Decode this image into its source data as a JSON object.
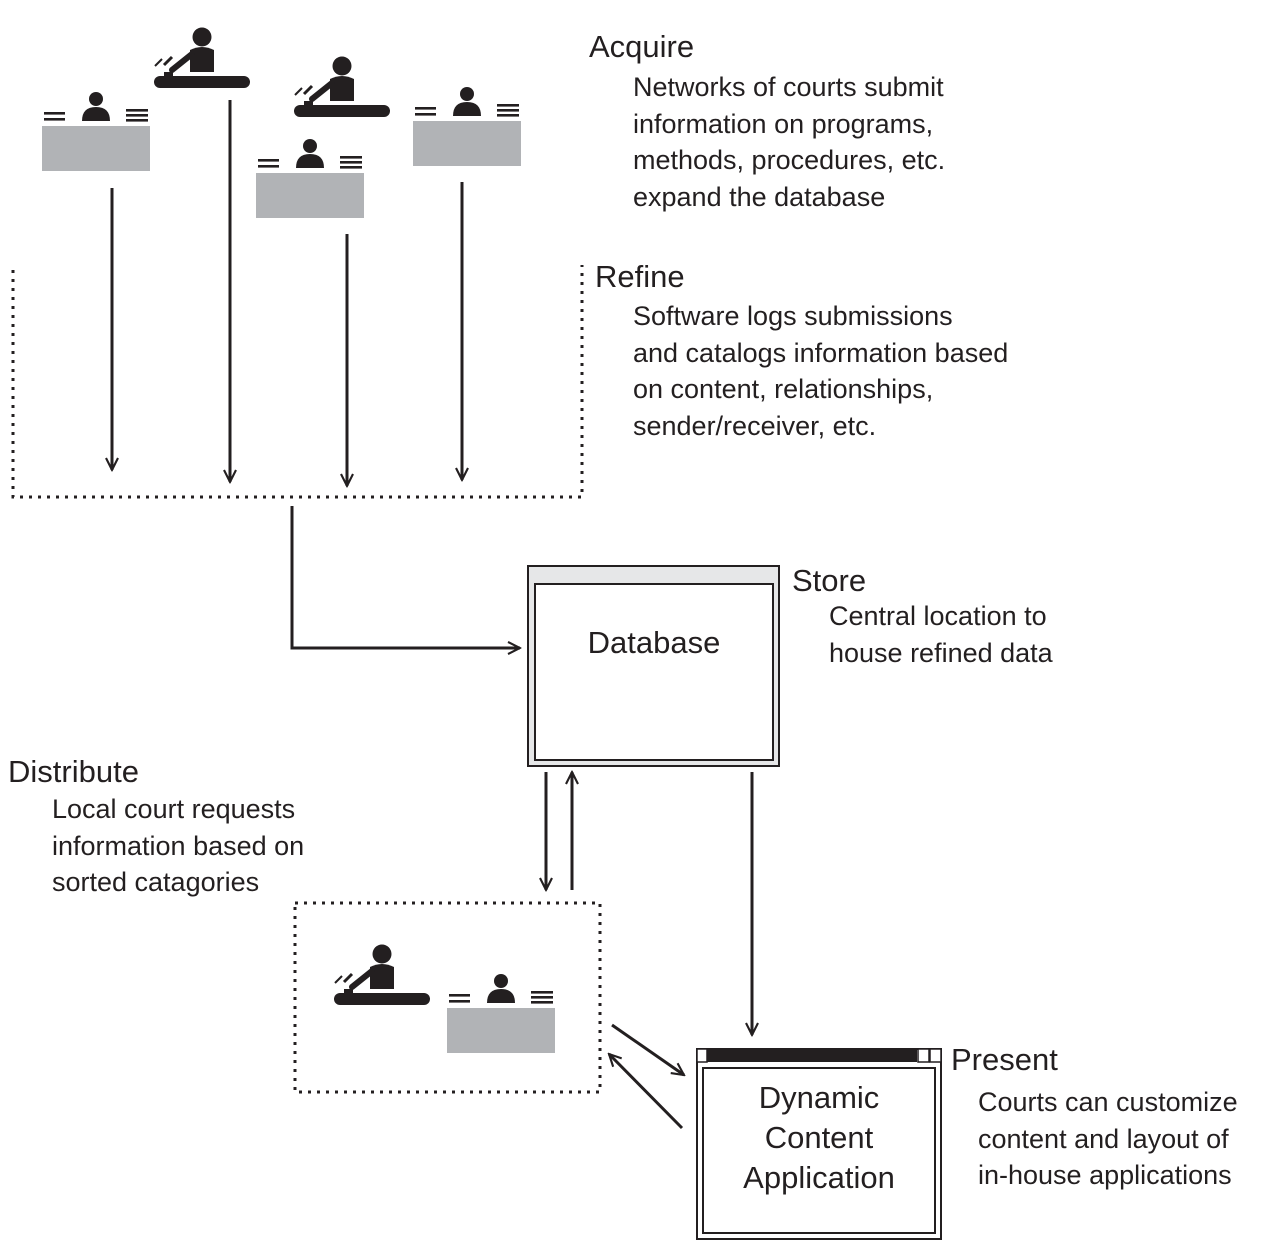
{
  "stages": {
    "acquire": {
      "title": "Acquire",
      "lines": [
        "Networks of courts submit",
        "information on programs,",
        "methods, procedures, etc.",
        "expand the database"
      ]
    },
    "refine": {
      "title": "Refine",
      "lines": [
        "Software logs submissions",
        "and catalogs information based",
        "on content, relationships,",
        "sender/receiver, etc."
      ]
    },
    "store": {
      "title": "Store",
      "lines": [
        "Central location to",
        "house refined data"
      ]
    },
    "distribute": {
      "title": "Distribute",
      "lines": [
        "Local court requests",
        "information based on",
        "sorted catagories"
      ]
    },
    "present": {
      "title": "Present",
      "lines": [
        "Courts can customize",
        "content and layout of",
        "in-house applications"
      ]
    }
  },
  "boxes": {
    "database": {
      "label": "Database"
    },
    "app": {
      "lines": [
        "Dynamic",
        "Content",
        "Application"
      ]
    }
  },
  "icons": [
    "court-desk-icon",
    "judge-bench-icon",
    "gavel-icon"
  ],
  "colors": {
    "ink": "#231f20",
    "desk_gray": "#b1b3b6",
    "frame_gray": "#e6e7e8"
  }
}
